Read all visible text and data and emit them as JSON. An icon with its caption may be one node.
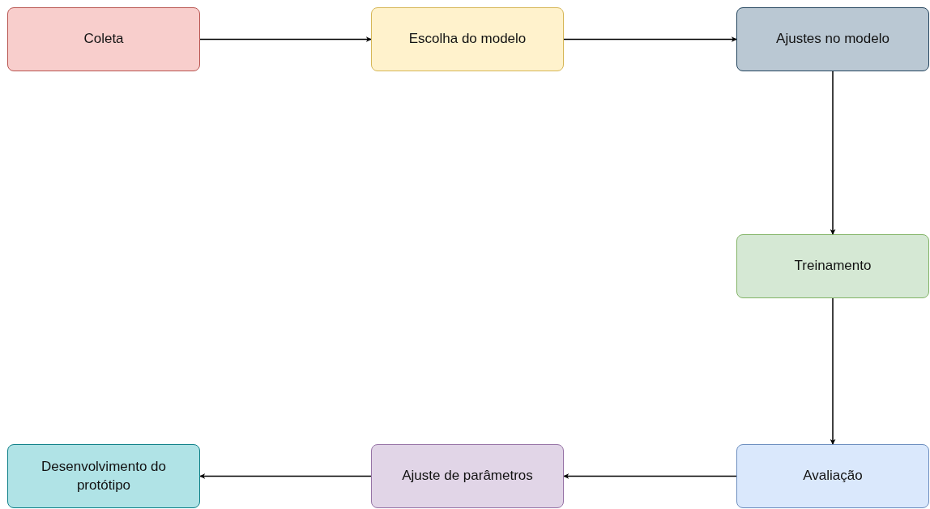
{
  "diagram": {
    "nodes": [
      {
        "text": [
          "Coleta"
        ]
      },
      {
        "text": [
          "Escolha do modelo"
        ]
      },
      {
        "text": [
          "Ajustes no modelo"
        ]
      },
      {
        "text": [
          "Treinamento"
        ]
      },
      {
        "text": [
          "Avaliação"
        ]
      },
      {
        "text": [
          "Ajuste de parâmetros"
        ]
      },
      {
        "text": [
          "Desenvolvimento do protótipo"
        ]
      }
    ],
    "edges": [
      {
        "from": 0,
        "to": 1,
        "arrow": "to"
      },
      {
        "from": 1,
        "to": 2,
        "arrow": "to"
      },
      {
        "from": 2,
        "to": 3,
        "arrow": "to"
      },
      {
        "from": 3,
        "to": 4,
        "arrow": "to"
      },
      {
        "from": 4,
        "to": 5,
        "arrow": "to"
      },
      {
        "from": 5,
        "to": 6,
        "arrow": "to"
      }
    ]
  }
}
